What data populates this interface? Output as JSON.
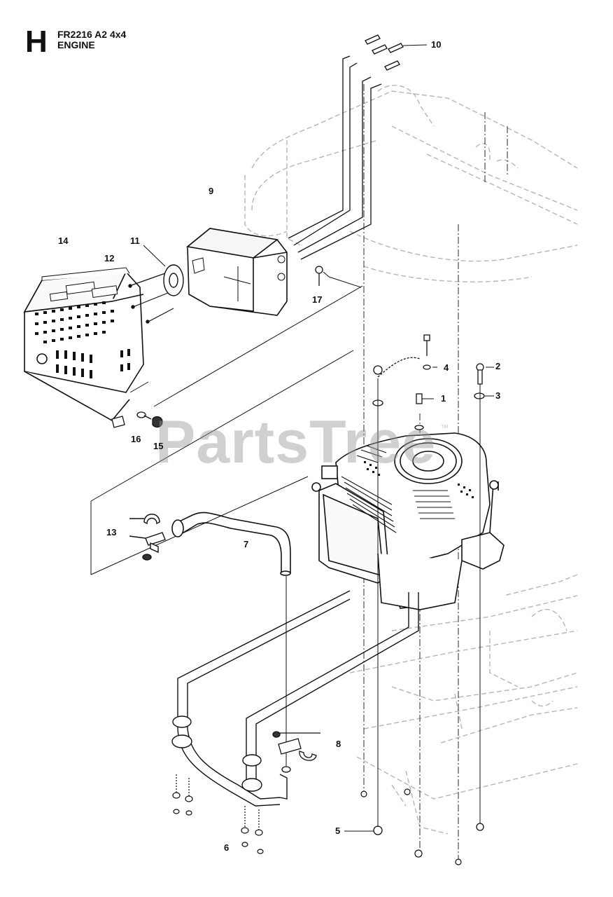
{
  "header": {
    "section_letter": "H",
    "model": "FR2216 A2 4x4",
    "title": "ENGINE"
  },
  "watermark": {
    "text": "PartsTree",
    "trademark": "™"
  },
  "callouts": {
    "c1": "1",
    "c2": "2",
    "c3": "3",
    "c4": "4",
    "c5": "5",
    "c6": "6",
    "c7": "7",
    "c8": "8",
    "c9": "9",
    "c10": "10",
    "c11": "11",
    "c12": "12",
    "c13": "13",
    "c14": "14",
    "c15": "15",
    "c16": "16",
    "c17": "17"
  },
  "colors": {
    "line": "#111111",
    "phantom": "#b5b5b5",
    "watermark": "#969696"
  }
}
